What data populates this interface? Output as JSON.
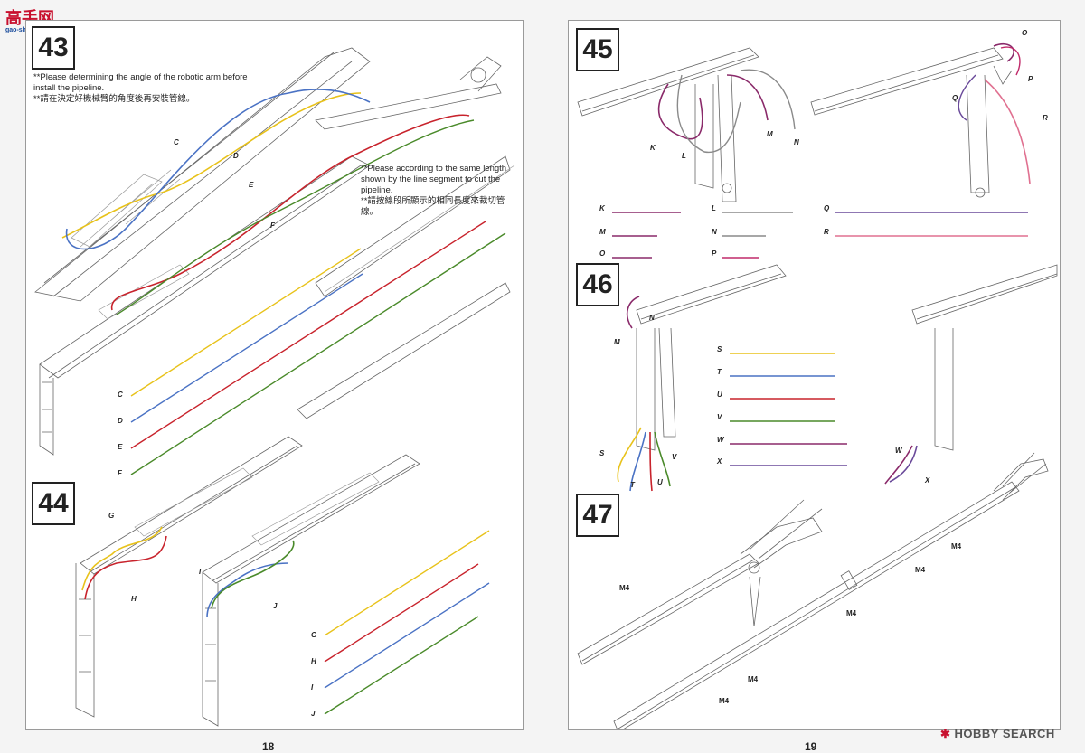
{
  "logos": {
    "top_left": "高手网",
    "top_left_sub": "gao-shou.com",
    "bottom_right": "HOBBY SEARCH"
  },
  "colors": {
    "yellow": "#e8c21a",
    "blue": "#4a72c4",
    "red": "#c8232c",
    "green": "#4a8a2a",
    "purple": "#8a2a6a",
    "grey": "#8a8a8a",
    "magenta": "#c02a6a",
    "pink": "#e07090",
    "violet": "#6a4a9a"
  },
  "left_page": {
    "page_number": "18",
    "step43": {
      "number": "43",
      "note1_en": "**Please determining the angle of the robotic arm before install the pipeline.",
      "note1_zh": "**請在決定好機械臂的角度後再安裝管線。",
      "note2_en": "**Please according to the same length shown by the line segment to cut the pipeline.",
      "note2_zh": "**請按線段所顯示的相同長度來裁切管線。",
      "callouts": [
        "C",
        "D",
        "E",
        "F"
      ],
      "length_labels": [
        "C",
        "D",
        "E",
        "F"
      ]
    },
    "step44": {
      "number": "44",
      "callouts": [
        "G",
        "H",
        "I",
        "J"
      ],
      "length_labels": [
        "G",
        "H",
        "I",
        "J"
      ]
    }
  },
  "right_page": {
    "page_number": "19",
    "step45": {
      "number": "45",
      "callouts": [
        "K",
        "L",
        "M",
        "N",
        "O",
        "P",
        "Q",
        "R"
      ],
      "length_labels": [
        "K",
        "L",
        "Q",
        "M",
        "N",
        "R",
        "O",
        "P"
      ]
    },
    "step46": {
      "number": "46",
      "callouts": [
        "M",
        "N",
        "S",
        "T",
        "U",
        "V",
        "W",
        "X"
      ],
      "length_labels": [
        "S",
        "T",
        "U",
        "V",
        "W",
        "X"
      ]
    },
    "step47": {
      "number": "47",
      "callouts": [
        "M4",
        "M4",
        "M4",
        "M4",
        "M4",
        "M4"
      ]
    }
  }
}
